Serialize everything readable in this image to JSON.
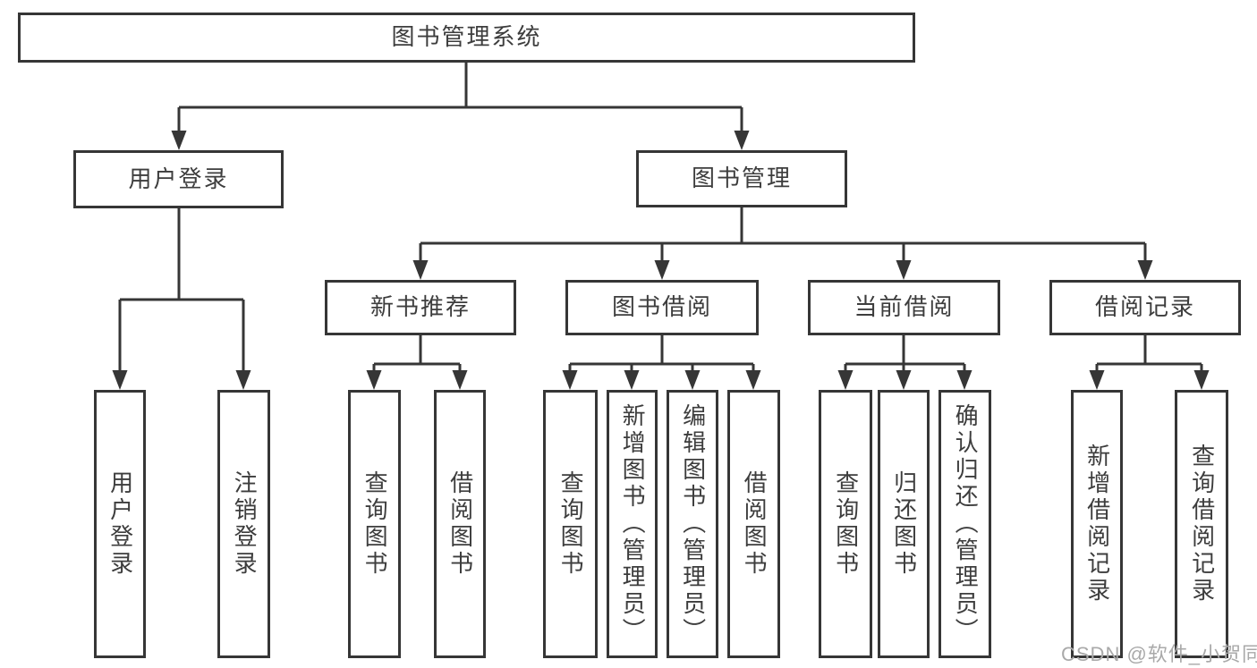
{
  "colors": {
    "line": "#363636",
    "box_border": "#363636",
    "text": "#3d3d3d",
    "watermark_text": "#a9a9a9",
    "background": "#ffffff"
  },
  "diagram": {
    "title_node": {
      "label": "图书管理系统"
    },
    "level2": [
      {
        "label": "用户登录"
      },
      {
        "label": "图书管理"
      }
    ],
    "level3": [
      {
        "label": "新书推荐"
      },
      {
        "label": "图书借阅"
      },
      {
        "label": "当前借阅"
      },
      {
        "label": "借阅记录"
      }
    ],
    "leaves": [
      {
        "label": "用户登录"
      },
      {
        "label": "注销登录"
      },
      {
        "label": "查询图书"
      },
      {
        "label": "借阅图书"
      },
      {
        "label": "查询图书"
      },
      {
        "label": "新增图书（管理员）"
      },
      {
        "label": "编辑图书（管理员）"
      },
      {
        "label": "借阅图书"
      },
      {
        "label": "查询图书"
      },
      {
        "label": "归还图书"
      },
      {
        "label": "确认归还（管理员）"
      },
      {
        "label": "新增借阅记录"
      },
      {
        "label": "查询借阅记录"
      }
    ],
    "hierarchy": {
      "图书管理系统": {
        "用户登录": [
          "用户登录",
          "注销登录"
        ],
        "图书管理": {
          "新书推荐": [
            "查询图书",
            "借阅图书"
          ],
          "图书借阅": [
            "查询图书",
            "新增图书（管理员）",
            "编辑图书（管理员）",
            "借阅图书"
          ],
          "当前借阅": [
            "查询图书",
            "归还图书",
            "确认归还（管理员）"
          ],
          "借阅记录": [
            "新增借阅记录",
            "查询借阅记录"
          ]
        }
      }
    }
  },
  "watermark": {
    "text": "CSDN @软件_小贺同学"
  }
}
